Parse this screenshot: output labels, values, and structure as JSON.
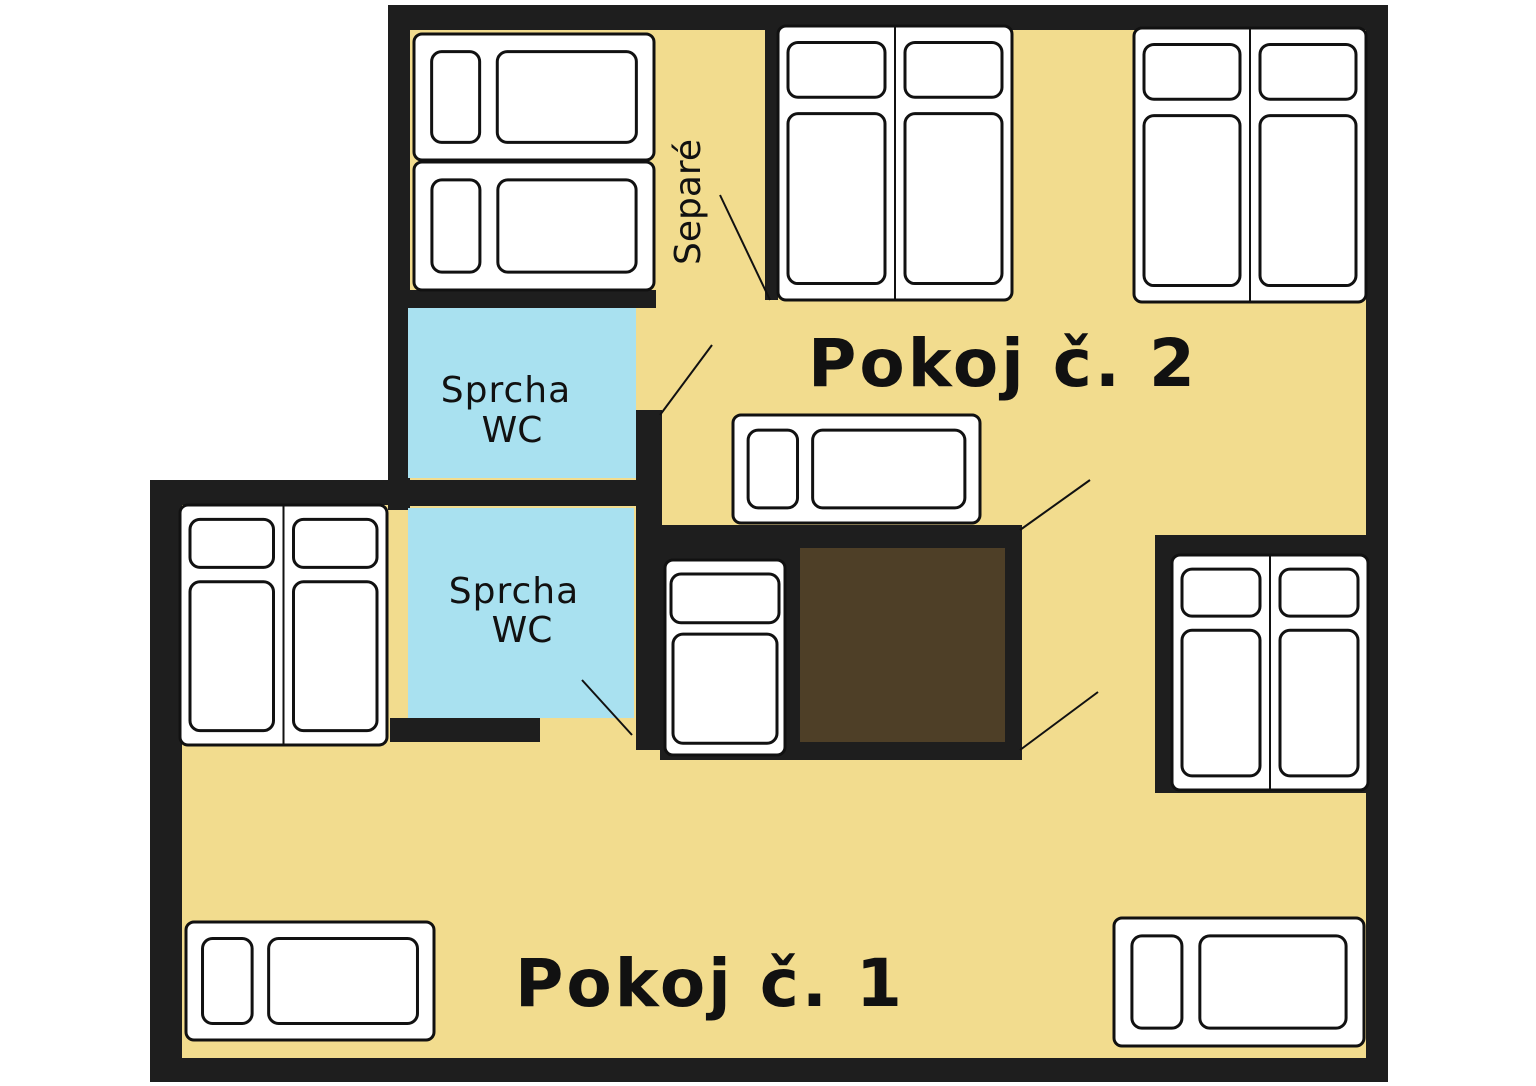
{
  "plan": {
    "room1": {
      "label": "Pokoj č. 1"
    },
    "room2": {
      "label": "Pokoj č. 2"
    },
    "separe": {
      "label": "Separé"
    },
    "bathroom1": {
      "line1": "Sprcha",
      "line2": "WC"
    },
    "bathroom2": {
      "line1": "Sprcha",
      "line2": "WC"
    }
  },
  "colors": {
    "floor": "#f2dc8e",
    "bathroom": "#a9e1f0",
    "wall": "#1e1e1e",
    "stair": "#4e3f27"
  }
}
